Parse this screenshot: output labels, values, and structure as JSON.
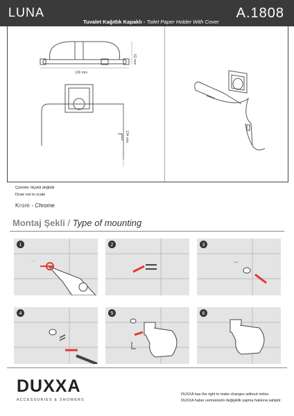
{
  "header": {
    "brand": "LUNA",
    "title_tr": "Tuvalet Kağıtlık Kapaklı",
    "title_sep": " - ",
    "title_en": "Toilet Paper Holder With Cover",
    "code": "A.1808"
  },
  "dimensions": {
    "width": "136 mm",
    "depth": "62 mm",
    "height": "134 mm"
  },
  "notes": {
    "line1": "Çizimler ölçekli değildir",
    "line2": "Draw not to scale"
  },
  "finish": {
    "tr": "Krom",
    "sep": " - ",
    "en": "Chrome"
  },
  "mounting": {
    "title_tr": "Montaj Şekli",
    "sep": " / ",
    "title_en": "Type of mounting"
  },
  "steps": [
    {
      "number": "1"
    },
    {
      "number": "2"
    },
    {
      "number": "3"
    },
    {
      "number": "4"
    },
    {
      "number": "5"
    },
    {
      "number": "6"
    }
  ],
  "footer": {
    "logo": "DUXXA",
    "tagline": "ACCESSORIES & SHOWERS",
    "disclaimer_en": "DUXXA has the right to make changes without notice.",
    "disclaimer_tr": "DUXXA haber vermeksizin değişiklik yapma hakkına sahiptir."
  },
  "colors": {
    "header_bg": "#3a3a3a",
    "step_bg": "#e4e4e4",
    "accent_red": "#e03a2f"
  }
}
